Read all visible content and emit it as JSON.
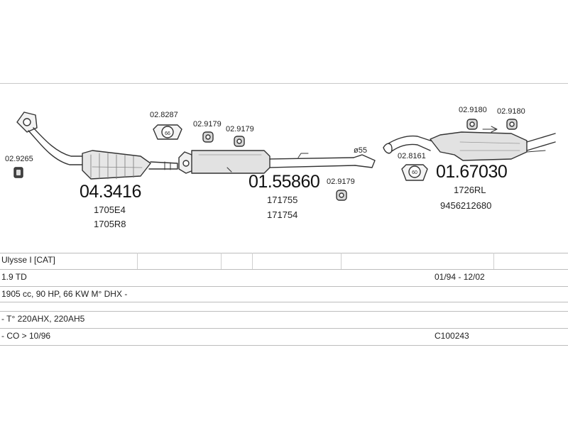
{
  "parts": {
    "clamp_left": "02.9265",
    "front_pipe": {
      "number": "04.3416",
      "ref1": "1705E4",
      "ref2": "1705R8"
    },
    "clamp_top": "02.8287",
    "clamp_top_size": "66",
    "hanger_a": "02.9179",
    "hanger_b": "02.9179",
    "middle": {
      "number": "01.55860",
      "ref1": "171755",
      "ref2": "171754"
    },
    "hanger_c": "02.9179",
    "pipe_diameter": "ø55",
    "clamp_rear": "02.8161",
    "clamp_rear_size": "60",
    "hanger_d": "02.9180",
    "hanger_e": "02.9180",
    "rear": {
      "number": "01.67030",
      "ref1": "1726RL",
      "ref2": "9456212680"
    }
  },
  "table": {
    "model": "Ulysse I [CAT]",
    "engine": "1.9 TD",
    "years": "01/94 - 12/02",
    "spec": "1905 cc, 90 HP, 66 KW M° DHX -",
    "types": "- T° 220AHX, 220AH5",
    "co": "- CO > 10/96",
    "code": "C100243"
  }
}
